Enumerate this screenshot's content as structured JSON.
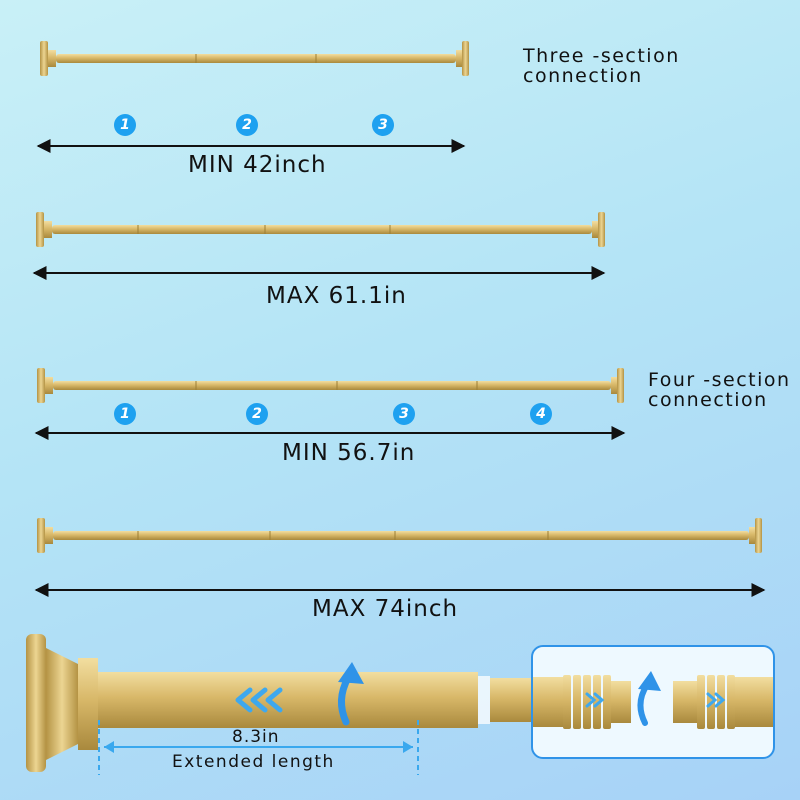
{
  "sections": [
    {
      "note": [
        "Three -section",
        "connection"
      ],
      "min_label": "MIN 42inch",
      "max_label": "MAX 61.1in",
      "badges": [
        "1",
        "2",
        "3"
      ]
    },
    {
      "note": [
        "Four -section",
        "connection"
      ],
      "min_label": "MIN 56.7in",
      "max_label": "MAX 74inch",
      "badges": [
        "1",
        "2",
        "3",
        "4"
      ]
    }
  ],
  "detail": {
    "extended_value": "8.3in",
    "extended_label": "Extended length"
  },
  "colors": {
    "gold": "#d4b460",
    "arrow_blue": "#1ea1f0",
    "inset_border": "#2f93e8"
  }
}
